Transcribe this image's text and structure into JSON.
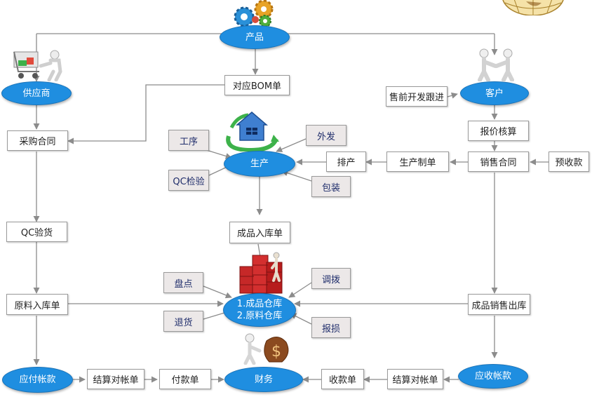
{
  "nodes": {
    "product": "产品",
    "supplier": "供应商",
    "customer": "客户",
    "production": "生产",
    "warehouse_line1": "1.成品仓库",
    "warehouse_line2": "2.原料仓库",
    "finance": "财务",
    "payable": "应付帐款",
    "receivable": "应收帐款",
    "bom": "对应BOM单",
    "purchase_contract": "采购合同",
    "presale_followup": "售前开发跟进",
    "quote": "报价核算",
    "sales_contract": "销售合同",
    "prepayment": "预收款",
    "production_order": "生产制单",
    "scheduling": "排产",
    "process": "工序",
    "qc_inspection": "QC检验",
    "outsourcing": "外发",
    "packaging": "包装",
    "finished_inbound": "成品入库单",
    "qc_receipt": "QC验货",
    "raw_inbound": "原料入库单",
    "stocktake": "盘点",
    "return": "退货",
    "transfer": "调拨",
    "scrap": "报损",
    "finished_outbound": "成品销售出库",
    "settle_payable": "结算对帐单",
    "payment_slip": "付款单",
    "receipt_slip": "收款单",
    "settle_receivable": "结算对帐单"
  },
  "colors": {
    "oval_fill": "#1f8ee0",
    "sub_fill": "#ece8e8",
    "sub_text": "#1f2d6b",
    "line": "#8c8c8c"
  },
  "icons": [
    "gears-icon",
    "globe-icon",
    "shopping-cart-icon",
    "handshake-icon",
    "house-cycle-icon",
    "cabinet-icon",
    "money-bag-icon"
  ]
}
